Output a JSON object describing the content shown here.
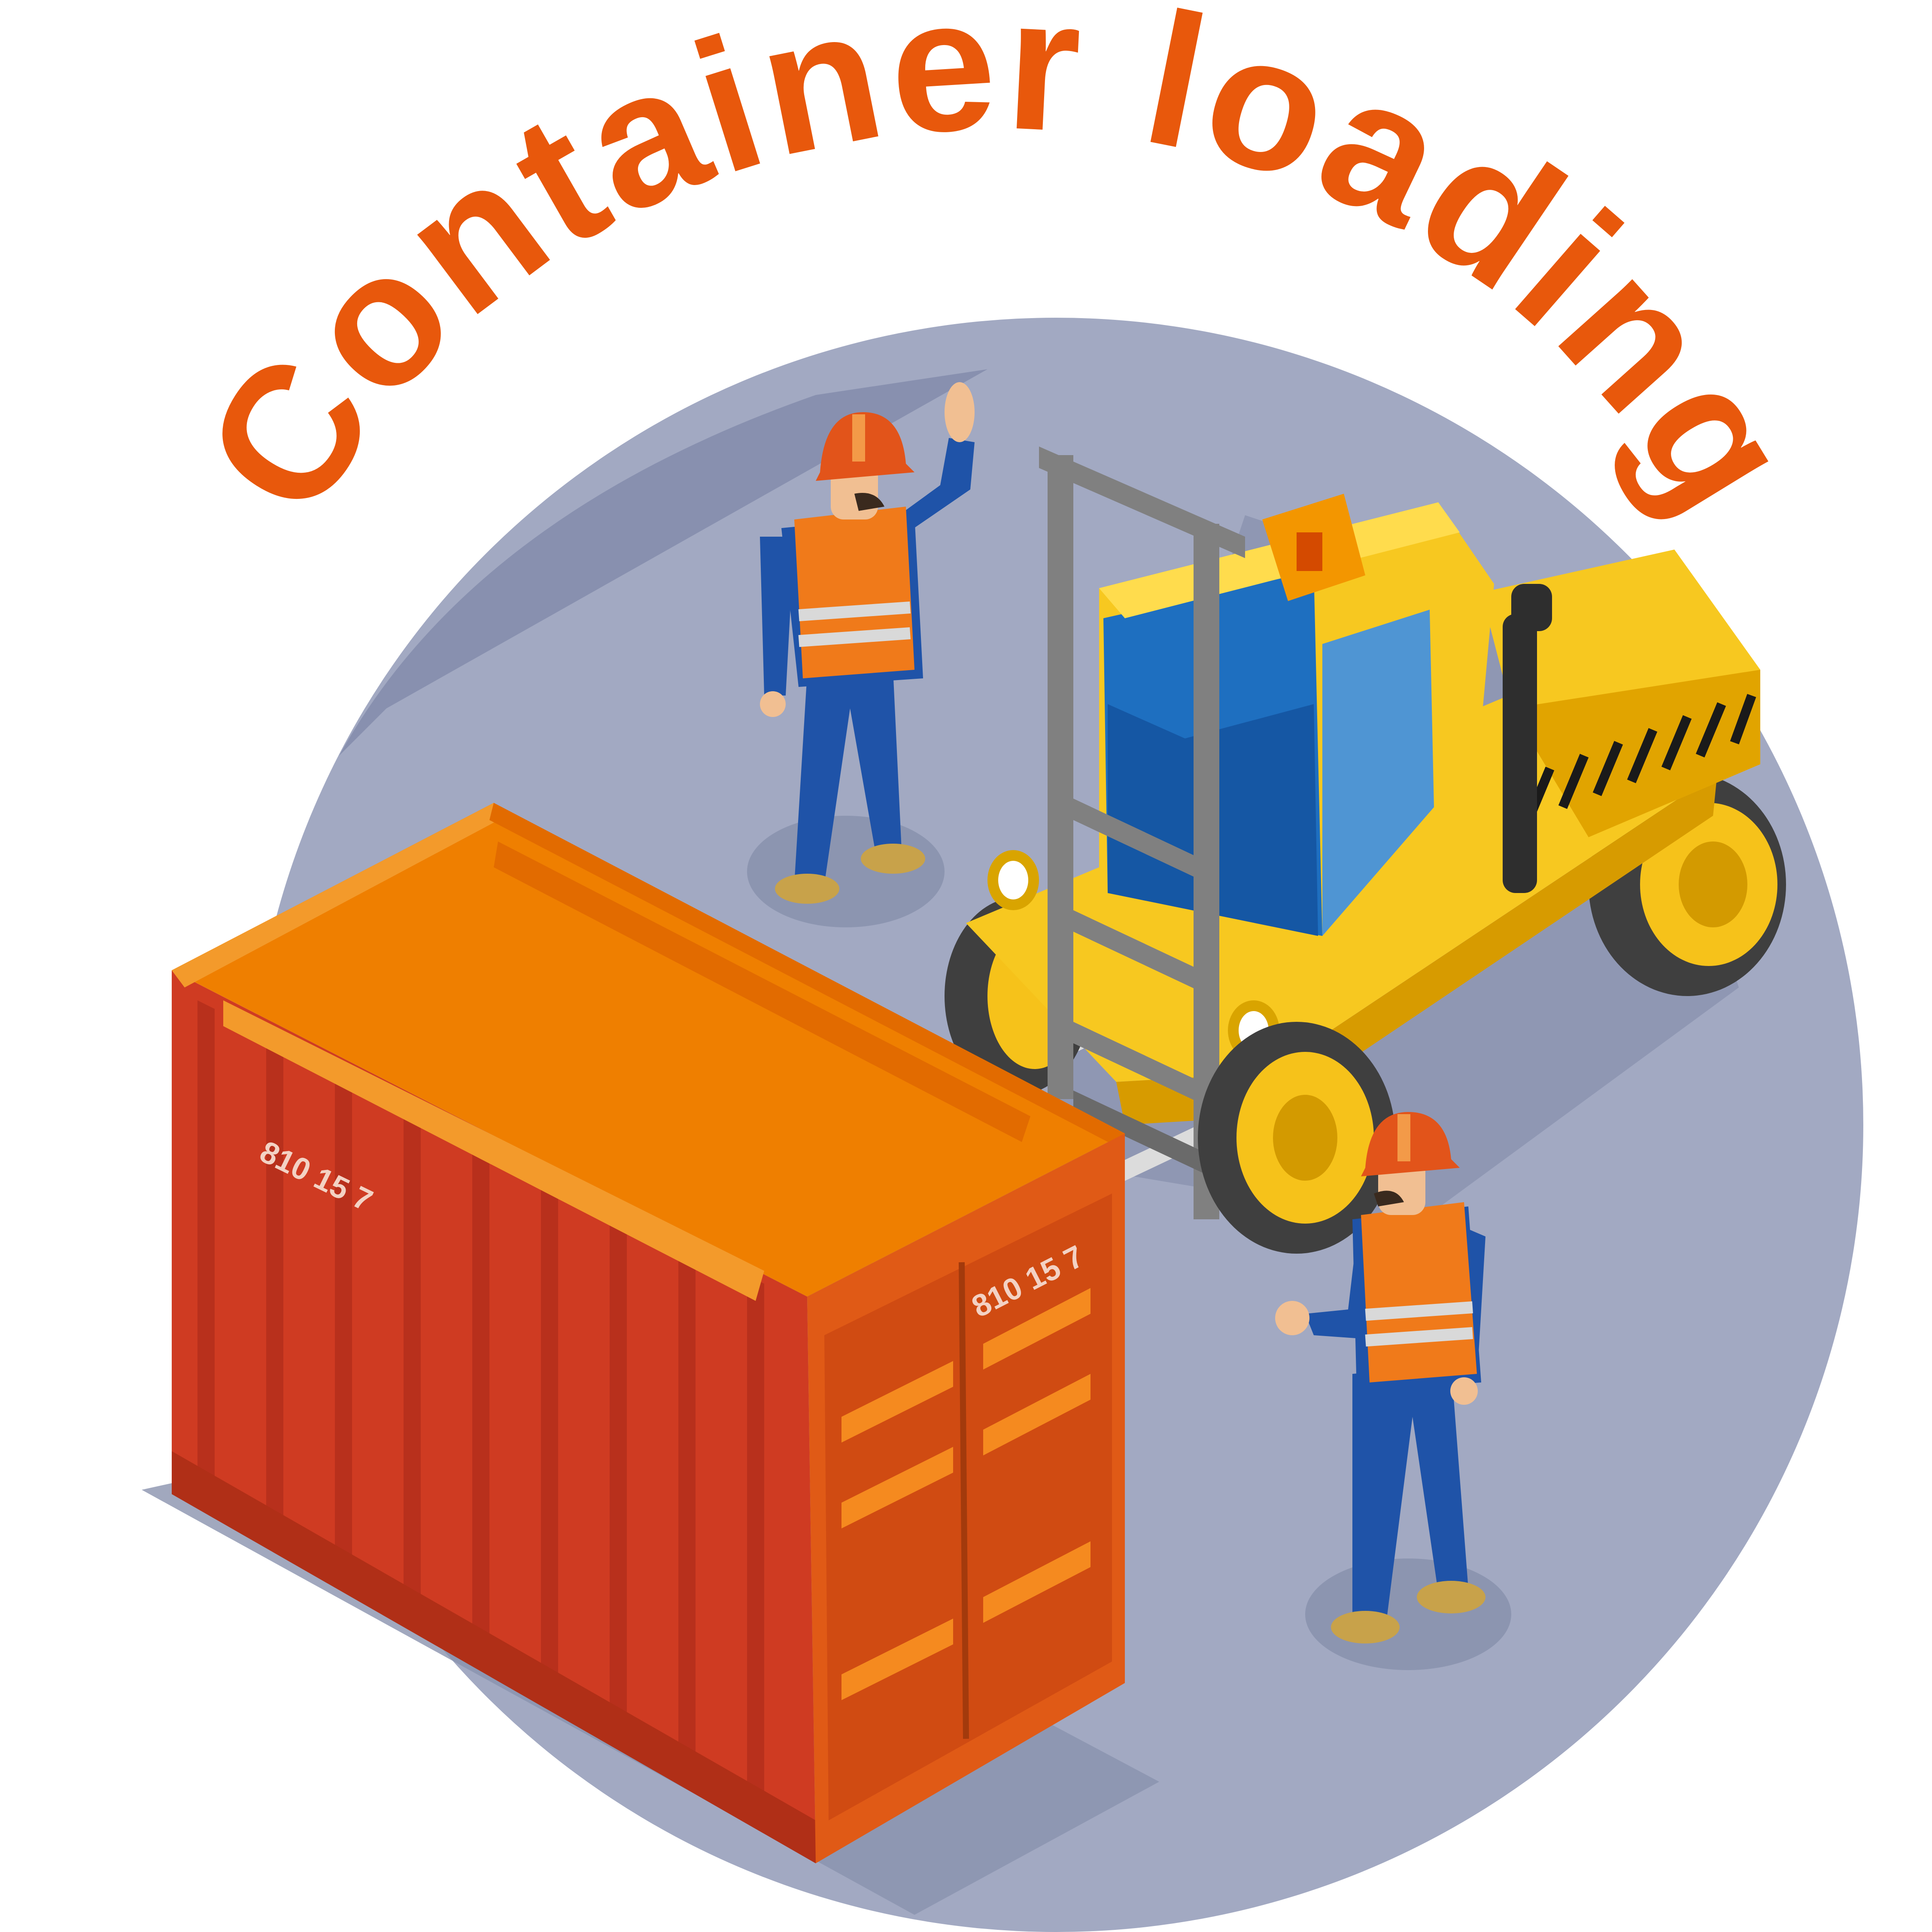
{
  "title": "Container loading",
  "container": {
    "side_code": "810 15 7",
    "door_code": "810 15 7"
  },
  "colors": {
    "title": "#e8580c",
    "disk": "#a2a9c2",
    "disk_shadow": "#7f88a8",
    "container_side": "#cf3b22",
    "container_top": "#ef7f00",
    "container_door": "#e05a16",
    "forklift_body": "#f7c820",
    "forklift_cab_glass": "#1e6fc0",
    "mast": "#808080",
    "worker_suit": "#1f53a8",
    "worker_vest": "#f07a1a",
    "helmet": "#e2541a"
  }
}
